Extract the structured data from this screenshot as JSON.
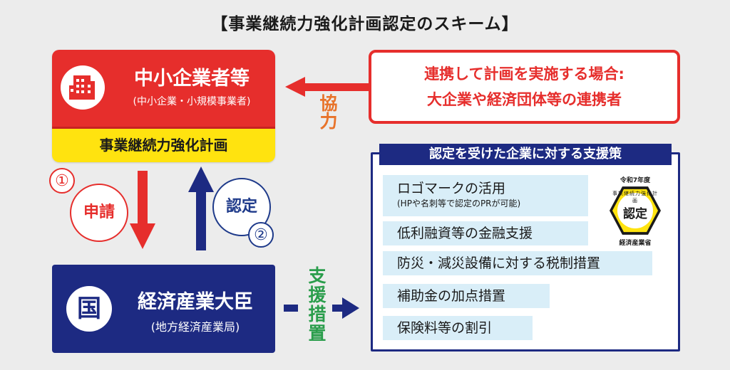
{
  "title": "【事業継続力強化計画認定のスキーム】",
  "sme": {
    "title": "中小企業者等",
    "subtitle": "(中小企業・小規模事業者)",
    "plan": "事業継続力強化計画",
    "icon": "building-icon"
  },
  "partner": {
    "line1": "連携して計画を実施する場合:",
    "line2": "大企業や経済団体等の連携者"
  },
  "cooperation_label": "協力",
  "apply": {
    "number": "①",
    "label": "申請"
  },
  "certify": {
    "number": "②",
    "label": "認定"
  },
  "ministry": {
    "icon_char": "国",
    "title": "経済産業大臣",
    "subtitle": "(地方経済産業局)"
  },
  "support_measures_label": "支援措置",
  "support_panel": {
    "header": "認定を受けた企業に対する支援策",
    "items": [
      {
        "label": "ロゴマークの活用",
        "note": "(HPや名刺等で認定のPRが可能)"
      },
      {
        "label": "低利融資等の金融支援"
      },
      {
        "label": "防災・減災設備に対する税制措置"
      },
      {
        "label": "補助金の加点措置"
      },
      {
        "label": "保険料等の割引"
      }
    ]
  },
  "seal": {
    "year": "令和7年度",
    "ring_text": "事業継続力強化計画",
    "center": "認定",
    "issuer": "経済産業省"
  },
  "colors": {
    "red": "#e62e2c",
    "yellow": "#ffe30f",
    "navy": "#1d2a82",
    "orange": "#e8732a",
    "green": "#2a9d4b",
    "light_blue": "#d9eef8"
  }
}
